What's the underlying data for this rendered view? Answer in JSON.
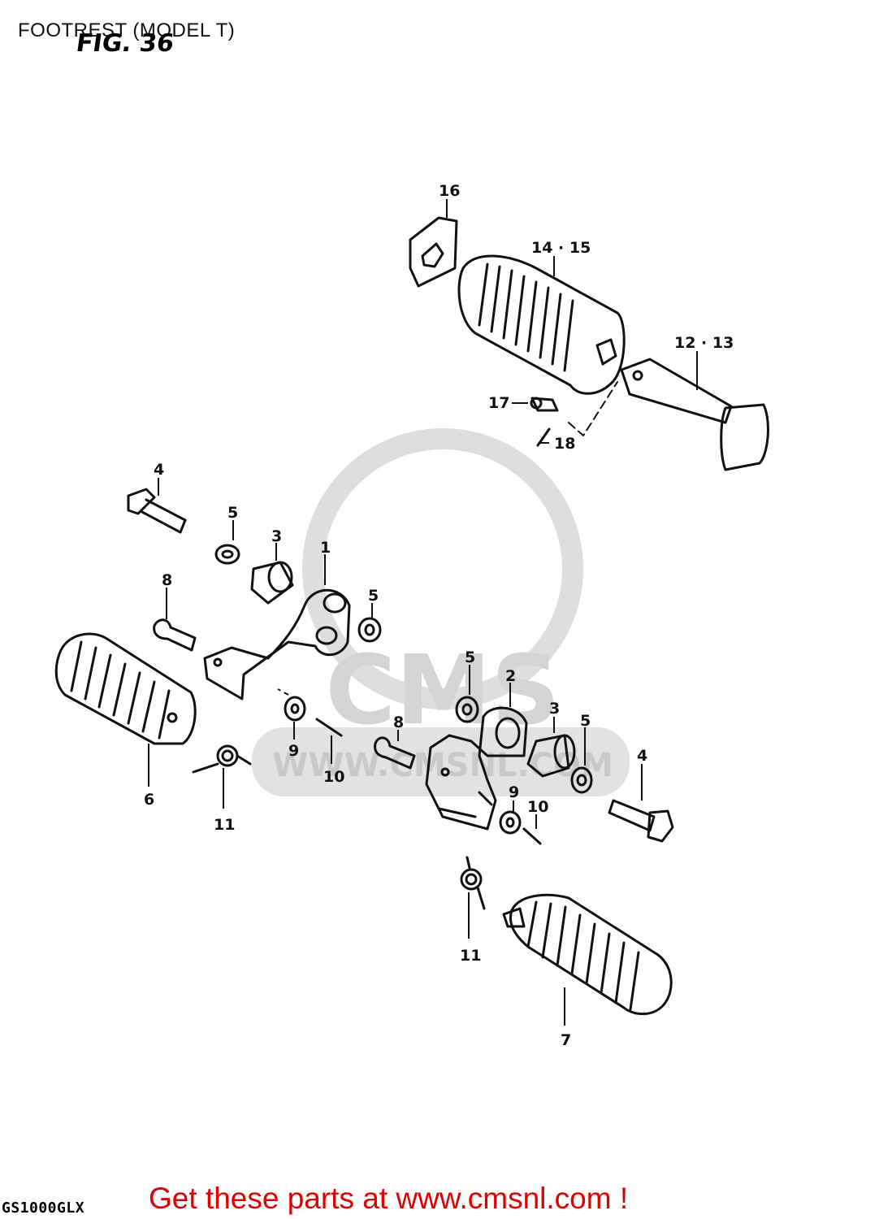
{
  "header": {
    "title": "FOOTREST (MODEL T)",
    "figure": "FIG. 36"
  },
  "footer": {
    "model_code": "GS1000GLX",
    "call_to_action": "Get these parts at www.cmsnl.com !"
  },
  "watermark": {
    "brand": "CMS",
    "url": "WWW.CMSNL.COM"
  },
  "part_labels": {
    "p1": "1",
    "p2": "2",
    "p3_left": "3",
    "p3_right": "3",
    "p4_left": "4",
    "p4_right": "4",
    "p5_a": "5",
    "p5_b": "5",
    "p5_c": "5",
    "p5_d": "5",
    "p6": "6",
    "p7": "7",
    "p8_left": "8",
    "p8_right": "8",
    "p9_left": "9",
    "p9_right": "9",
    "p10_left": "10",
    "p10_right": "10",
    "p11_left": "11",
    "p11_right": "11",
    "p12_13": "12 · 13",
    "p14_15": "14 · 15",
    "p16": "16",
    "p17": "17",
    "p18": "18"
  },
  "colors": {
    "line": "#111111",
    "watermark": "#d9d9d9",
    "cta": "#e00000"
  }
}
